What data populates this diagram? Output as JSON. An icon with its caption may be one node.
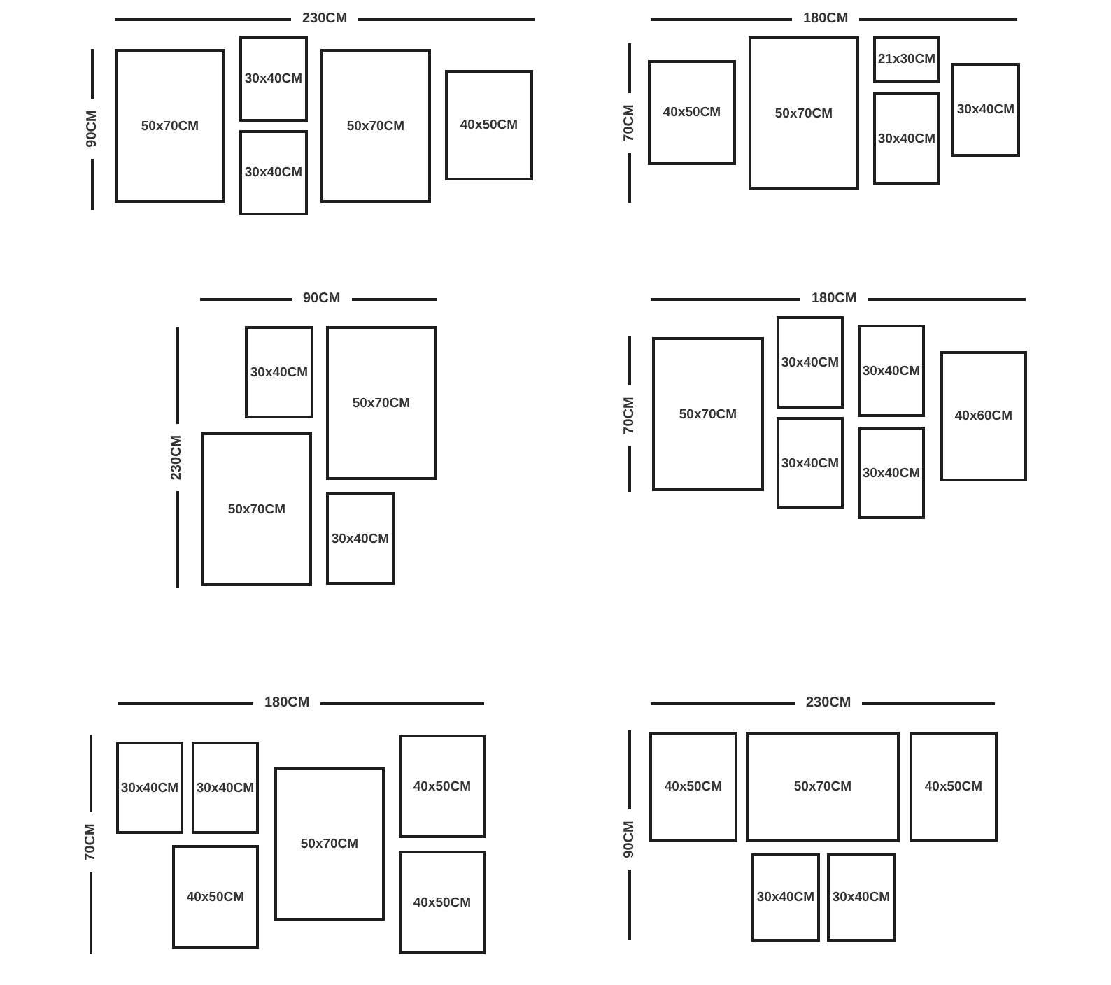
{
  "diagram": {
    "nodes": [
      {
        "text": [
          "50x70CM"
        ]
      },
      {
        "text": [
          "30x40CM"
        ]
      },
      {
        "text": [
          "30x40CM"
        ]
      },
      {
        "text": [
          "50x70CM"
        ]
      },
      {
        "text": [
          "40x50CM"
        ]
      },
      {
        "text": [
          "40x50CM"
        ]
      },
      {
        "text": [
          "50x70CM"
        ]
      },
      {
        "text": [
          "21x30CM"
        ]
      },
      {
        "text": [
          "30x40CM"
        ]
      },
      {
        "text": [
          "30x40CM"
        ]
      },
      {
        "text": [
          "30x40CM"
        ]
      },
      {
        "text": [
          "50x70CM"
        ]
      },
      {
        "text": [
          "50x70CM"
        ]
      },
      {
        "text": [
          "30x40CM"
        ]
      },
      {
        "text": [
          "50x70CM"
        ]
      },
      {
        "text": [
          "30x40CM"
        ]
      },
      {
        "text": [
          "30x40CM"
        ]
      },
      {
        "text": [
          "30x40CM"
        ]
      },
      {
        "text": [
          "30x40CM"
        ]
      },
      {
        "text": [
          "40x60CM"
        ]
      },
      {
        "text": [
          "30x40CM"
        ]
      },
      {
        "text": [
          "30x40CM"
        ]
      },
      {
        "text": [
          "40x50CM"
        ]
      },
      {
        "text": [
          "50x70CM"
        ]
      },
      {
        "text": [
          "40x50CM"
        ]
      },
      {
        "text": [
          "40x50CM"
        ]
      },
      {
        "text": [
          "40x50CM"
        ]
      },
      {
        "text": [
          "50x70CM"
        ]
      },
      {
        "text": [
          "40x50CM"
        ]
      },
      {
        "text": [
          "30x40CM"
        ]
      },
      {
        "text": [
          "30x40CM"
        ]
      }
    ],
    "labels": [
      "230CM",
      "90CM",
      "180CM",
      "70CM",
      "90CM",
      "230CM",
      "180CM",
      "70CM",
      "180CM",
      "70CM",
      "230CM",
      "90CM"
    ]
  }
}
